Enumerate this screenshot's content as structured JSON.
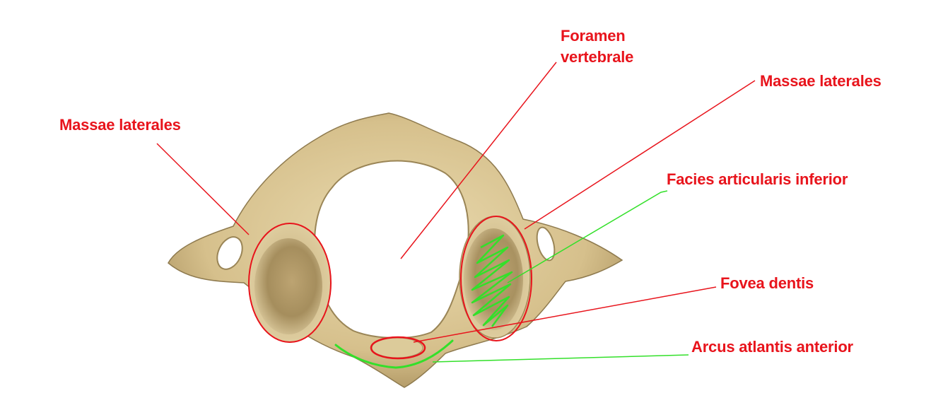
{
  "labels": {
    "foramen": {
      "line1": "Foramen",
      "line2": "vertebrale"
    },
    "massae_left": "Massae laterales",
    "massae_right": "Massae laterales",
    "facies": "Facies articularis inferior",
    "fovea": "Fovea dentis",
    "arcus": "Arcus atlantis anterior"
  },
  "colors": {
    "label_red": "#e8141c",
    "highlight_green": "#33e02a",
    "bone_light": "#e2d2a2",
    "bone_mid": "#c8b27a",
    "bone_dark": "#8a7448"
  }
}
